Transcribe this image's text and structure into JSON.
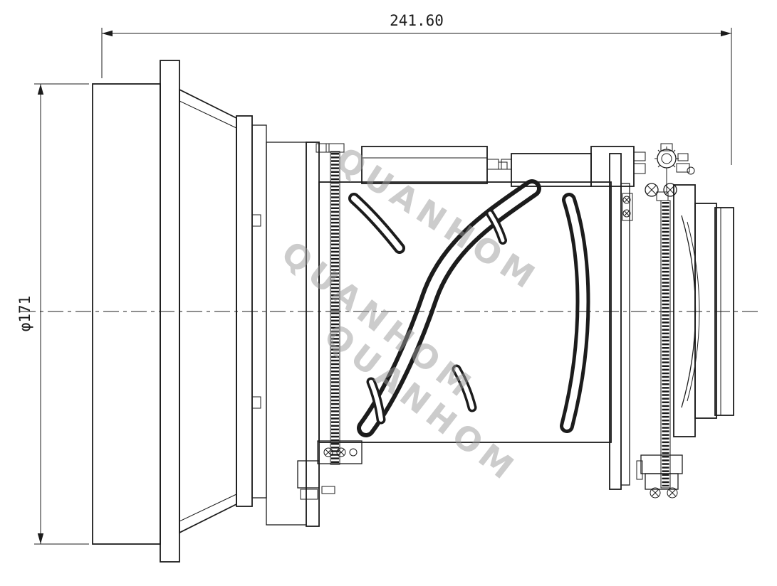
{
  "drawing": {
    "dimensions": {
      "length_label": "241.60",
      "diameter_label": "φ171"
    },
    "watermark": {
      "text": "QUANHOM"
    },
    "colors": {
      "line": "#1c1c1c",
      "watermark": "#9a9a9a",
      "background": "#ffffff"
    }
  }
}
